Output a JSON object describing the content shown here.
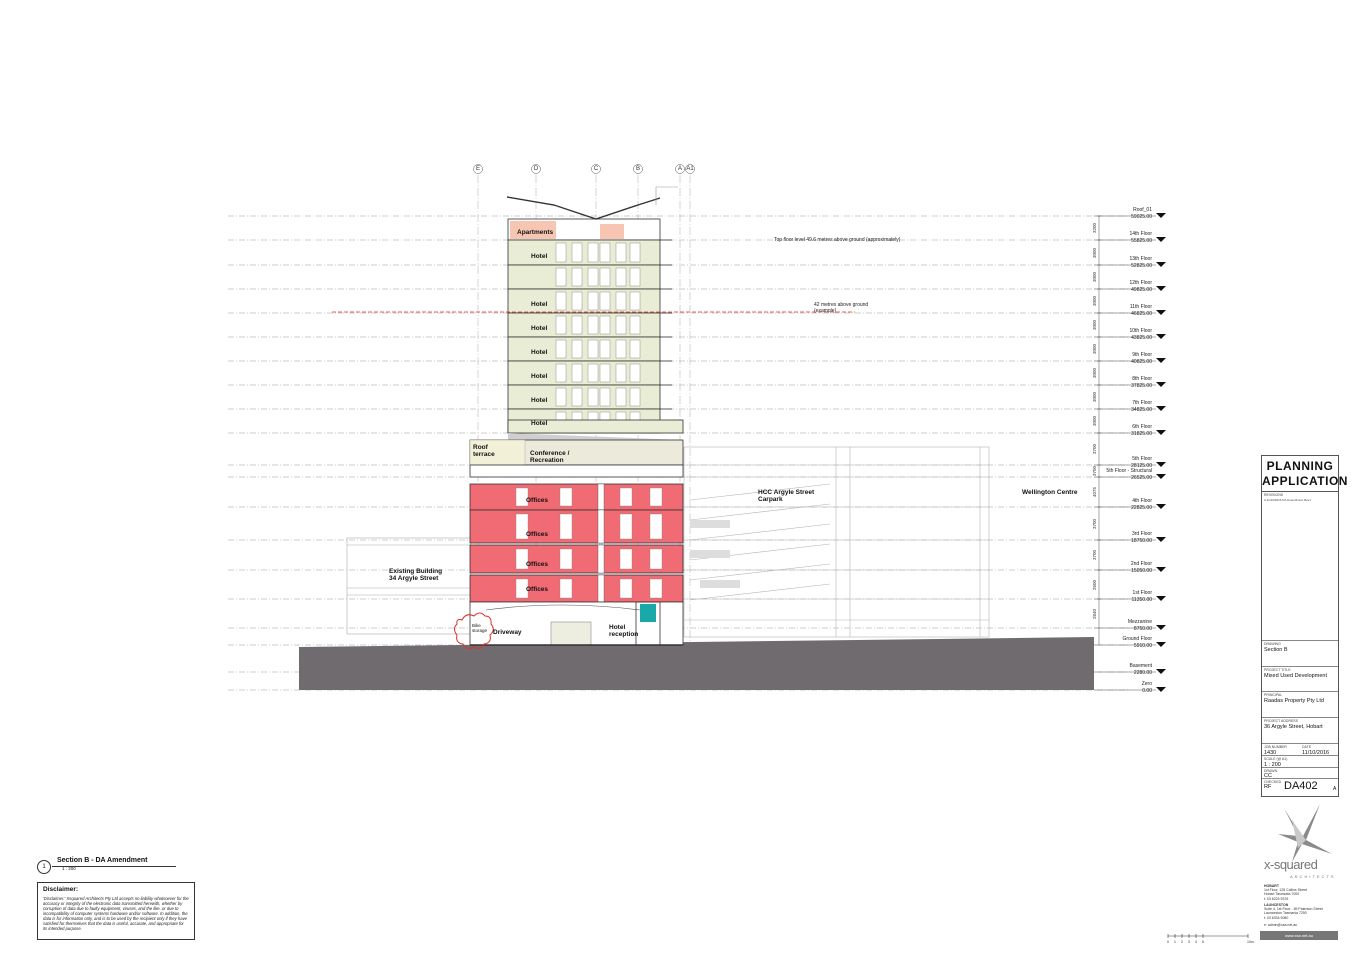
{
  "grid_lines": [
    "E",
    "D",
    "C",
    "B",
    "A",
    "A1"
  ],
  "levels": [
    {
      "name": "Roof_01",
      "value": "59025.00"
    },
    {
      "name": "14th Floor",
      "value": "55825.00"
    },
    {
      "name": "13th Floor",
      "value": "52825.00"
    },
    {
      "name": "12th Floor",
      "value": "49825.00"
    },
    {
      "name": "11th Floor",
      "value": "46825.00"
    },
    {
      "name": "10th Floor",
      "value": "43825.00"
    },
    {
      "name": "9th Floor",
      "value": "40825.00"
    },
    {
      "name": "8th Floor",
      "value": "37825.00"
    },
    {
      "name": "7th Floor",
      "value": "34825.00"
    },
    {
      "name": "6th Floor",
      "value": "31825.00"
    },
    {
      "name": "5th Floor",
      "value": "28125.00"
    },
    {
      "name": "5th Floor - Structural",
      "value": "26525.00"
    },
    {
      "name": "4th Floor",
      "value": "22825.00"
    },
    {
      "name": "3rd Floor",
      "value": "18750.00"
    },
    {
      "name": "2nd Floor",
      "value": "15050.00"
    },
    {
      "name": "1st Floor",
      "value": "11350.00"
    },
    {
      "name": "Mezzanine",
      "value": "8750.00"
    },
    {
      "name": "Ground Floor",
      "value": "5910.00"
    },
    {
      "name": "Basement",
      "value": "2280.00"
    },
    {
      "name": "Zero",
      "value": "0.00"
    }
  ],
  "dimensions": [
    "3200",
    "3000",
    "3000",
    "3000",
    "3000",
    "3000",
    "3000",
    "3000",
    "3000",
    "3700",
    "3700",
    "4075",
    "3700",
    "3700",
    "2600",
    "2840"
  ],
  "rooms": {
    "apartments": "Apartments",
    "hotel": "Hotel",
    "roof_terrace": "Roof terrace",
    "conference": "Conference / Recreation",
    "offices": "Offices",
    "hotel_reception": "Hotel reception",
    "driveway": "Driveway",
    "bike_storage": "Bike storage",
    "existing_building": "Existing Building",
    "existing_address": "34 Argyle Street",
    "carpark_1": "HCC Argyle Street",
    "carpark_2": "Carpark",
    "wellington": "Wellington Centre"
  },
  "notes": {
    "top_floor": "Top floor level 49.6 metres above ground (approximately)",
    "height_limit": "42 metres above ground",
    "height_limit_sub": "(example)"
  },
  "title_block": {
    "heading": "PLANNING APPLICATION",
    "revisions_label": "REVISIONS",
    "revision_row": "A   11/10/2016   DA Amendment Rev1",
    "drawing_label": "DRAWING",
    "drawing": "Section B",
    "project_label": "PROJECT TITLE",
    "project": "Mixed Used Development",
    "principal_label": "PRINCIPAL",
    "principal": "Raadas Property Pty Ltd",
    "address_label": "PROJECT ADDRESS",
    "address": "36 Argyle Street, Hobart",
    "job_label": "JOB NUMBER",
    "job": "1430",
    "date_label": "DATE",
    "date": "11/10/2016",
    "scale_label": "SCALE (@ A1)",
    "scale": "1 : 200",
    "drawn_label": "DRAWN",
    "drawn": "CC",
    "checked_label": "CHECKED",
    "checked": "RF",
    "dwg_no": "DA402",
    "revision": "A"
  },
  "logo": {
    "word": "x-squared",
    "sub": "ARCHITECTS",
    "hobart": [
      "HOBART",
      "1st Floor, 125 Collins Street",
      "Hobart Tasmania 7000",
      "t: 03 6224 9376"
    ],
    "launceston": [
      "LAUNCESTON",
      "Suite 4, 1st Floor - 89 Paterson Street",
      "Launceston Tasmania 7250",
      "t: 03 6334 9080"
    ],
    "email": "e: admin@xsa.net.au",
    "web": "www.xsa.net.au"
  },
  "section": {
    "number": "1",
    "title": "Section B - DA Amendment",
    "scale": "1 : 200"
  },
  "disclaimer": {
    "title": "Disclaimer:",
    "text": "'Disclaimer:' Xsquared Architects Pty Ltd accepts no liability whatsoever for the accuracy or integrity of the electronic data transmitted herewith, whether by corruption of data due to faulty equipment, viruses, and the like, or due to incompatibility of computer systems hardware and/or software. In addition, the data is for information only, and is to be used by the recipient only if they have satisfied for themselves that the data is useful, accurate, and appropriate for its intended purpose."
  },
  "scale_bar": [
    "0",
    "1",
    "2",
    "3",
    "4",
    "5",
    "10m"
  ],
  "colors": {
    "office": "#f06b73",
    "hotel": "#e9edd6",
    "apartment": "#f7c6b3",
    "conference": "#ecebdb",
    "ground": "#6f6b6f",
    "teal": "#1aa9a9",
    "height_line": "#e0302a",
    "revision_cloud": "#e0302a"
  }
}
